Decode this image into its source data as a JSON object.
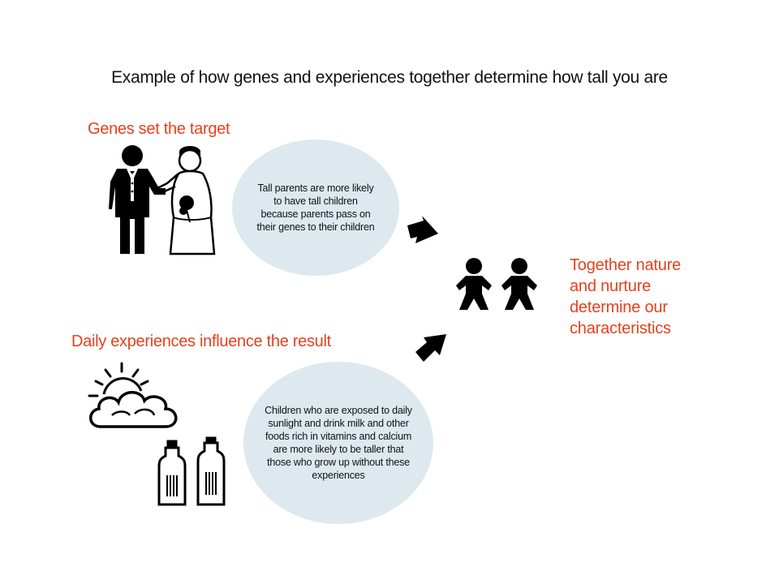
{
  "title": "Example of how genes and experiences together determine how tall you are",
  "genes": {
    "heading": "Genes set the target",
    "bubble_text": "Tall parents are more likely to have tall children because parents pass on their genes to their children",
    "icon": "bride-groom-icon"
  },
  "experiences": {
    "heading": "Daily experiences influence the result",
    "bubble_text": "Children who are exposed to daily sunlight and drink milk and other foods rich in vitamins and calcium are more likely to be taller that those who grow up without these experiences",
    "icons": [
      "sun-cloud-icon",
      "milk-bottles-icon"
    ]
  },
  "result": {
    "lines": [
      "Together nature",
      "and nurture",
      "determine our",
      "characteristics"
    ],
    "icon": "children-icon"
  },
  "colors": {
    "accent": "#e8401c",
    "bubble": "#dde9ef",
    "text": "#111111"
  }
}
